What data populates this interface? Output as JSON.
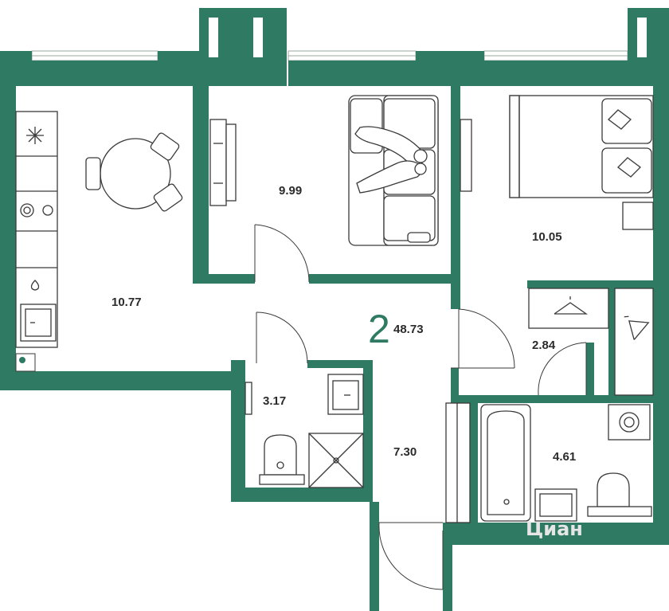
{
  "plan": {
    "rooms_count": "2",
    "total_area": "48.73",
    "rooms": {
      "kitchen": "10.77",
      "living_room": "9.99",
      "bedroom": "10.05",
      "wardrobe": "2.84",
      "hallway": "7.30",
      "wc": "3.17",
      "bathroom": "4.61"
    },
    "watermark": "Циан"
  },
  "colors": {
    "wall": "#2f7a62",
    "background": "#ffffff",
    "fixtures": "#3a3a3a"
  }
}
